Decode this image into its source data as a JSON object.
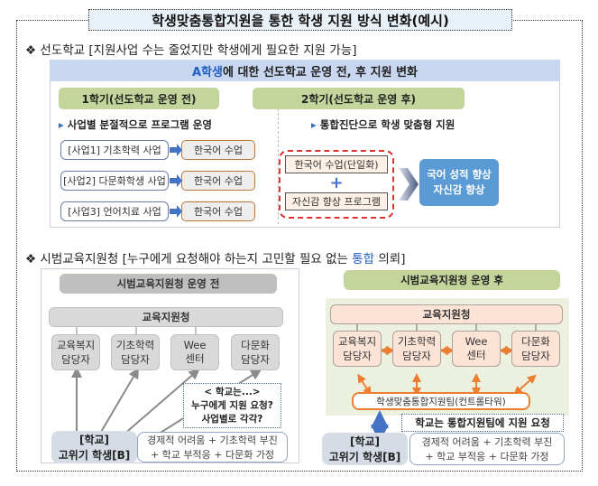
{
  "title": "학생맞춤통합지원을 통한 학생 지원 방식 변화(예시)",
  "section1": {
    "bullet": "❖",
    "label": "선도학교 [지원사업 수는 줄었지만 학생에게 필요한 지원 가능]",
    "band_highlight": "A학생",
    "band_rest": "에 대한 선도학교 운영 전, 후 지원 변화",
    "before": {
      "header": "1학기(선도학교 운영 전)",
      "sub": "사업별 분절적으로 프로그램 운영",
      "rows": [
        {
          "source": "[사업1] 기초학력 사업",
          "result": "한국어 수업"
        },
        {
          "source": "[사업2] 다문화학생 사업",
          "result": "한국어 수업"
        },
        {
          "source": "[사업3] 언어치료 사업",
          "result": "한국어 수업"
        }
      ]
    },
    "after": {
      "header": "2학기(선도학교 운영 후)",
      "sub": "통합진단으로 학생 맞춤형 지원",
      "program1": "한국어 수업(단일화)",
      "plus": "+",
      "program2": "자신감 향상 프로그램",
      "outcome1": "국어 성적 향상",
      "outcome2": "자신감 향상"
    }
  },
  "section2": {
    "bullet": "❖",
    "label_pre": "시범교육지원청 [누구에게 요청해야 하는지 고민할 필요 없는 ",
    "label_highlight": "통합",
    "label_post": " 의뢰]",
    "before": {
      "header": "시범교육지원청 운영 전",
      "office": "교육지원청",
      "units": [
        [
          "교육복지",
          "담당자"
        ],
        [
          "기초학력",
          "담당자"
        ],
        [
          "Wee",
          "센터"
        ],
        [
          "다문화",
          "담당자"
        ]
      ],
      "note": [
        "< 학교는...>",
        "누구에게 지원 요청?",
        "사업별로 각각?"
      ],
      "school": [
        "[학교]",
        "고위기 학생[B]"
      ],
      "conditions": [
        "경제적 어려움 + 기초학력 부진",
        "+ 학교 부적응 + 다문화 가정"
      ]
    },
    "after": {
      "header": "시범교육지원청 운영 후",
      "office": "교육지원청",
      "units": [
        [
          "교육복지",
          "담당자"
        ],
        [
          "기초학력",
          "담당자"
        ],
        [
          "Wee",
          "센터"
        ],
        [
          "다문화",
          "담당자"
        ]
      ],
      "team": "학생맞춤통합지원팀(컨트롤타워)",
      "note": "학교는 통합지원팀에 지원 요청",
      "school": [
        "[학교]",
        "고위기 학생[B]"
      ],
      "conditions": [
        "경제적 어려움 + 기초학력 부진",
        "+ 학교 부적응 + 다문화 가정"
      ]
    }
  },
  "colors": {
    "band": "#c9d6f0",
    "green": "#c3d59b",
    "peach": "#fbe3d6",
    "arrow_orange": "#ed7d31",
    "arrow_blue": "#4472c4",
    "red_dash": "#e03030",
    "outcome": "#5b9bd5"
  }
}
